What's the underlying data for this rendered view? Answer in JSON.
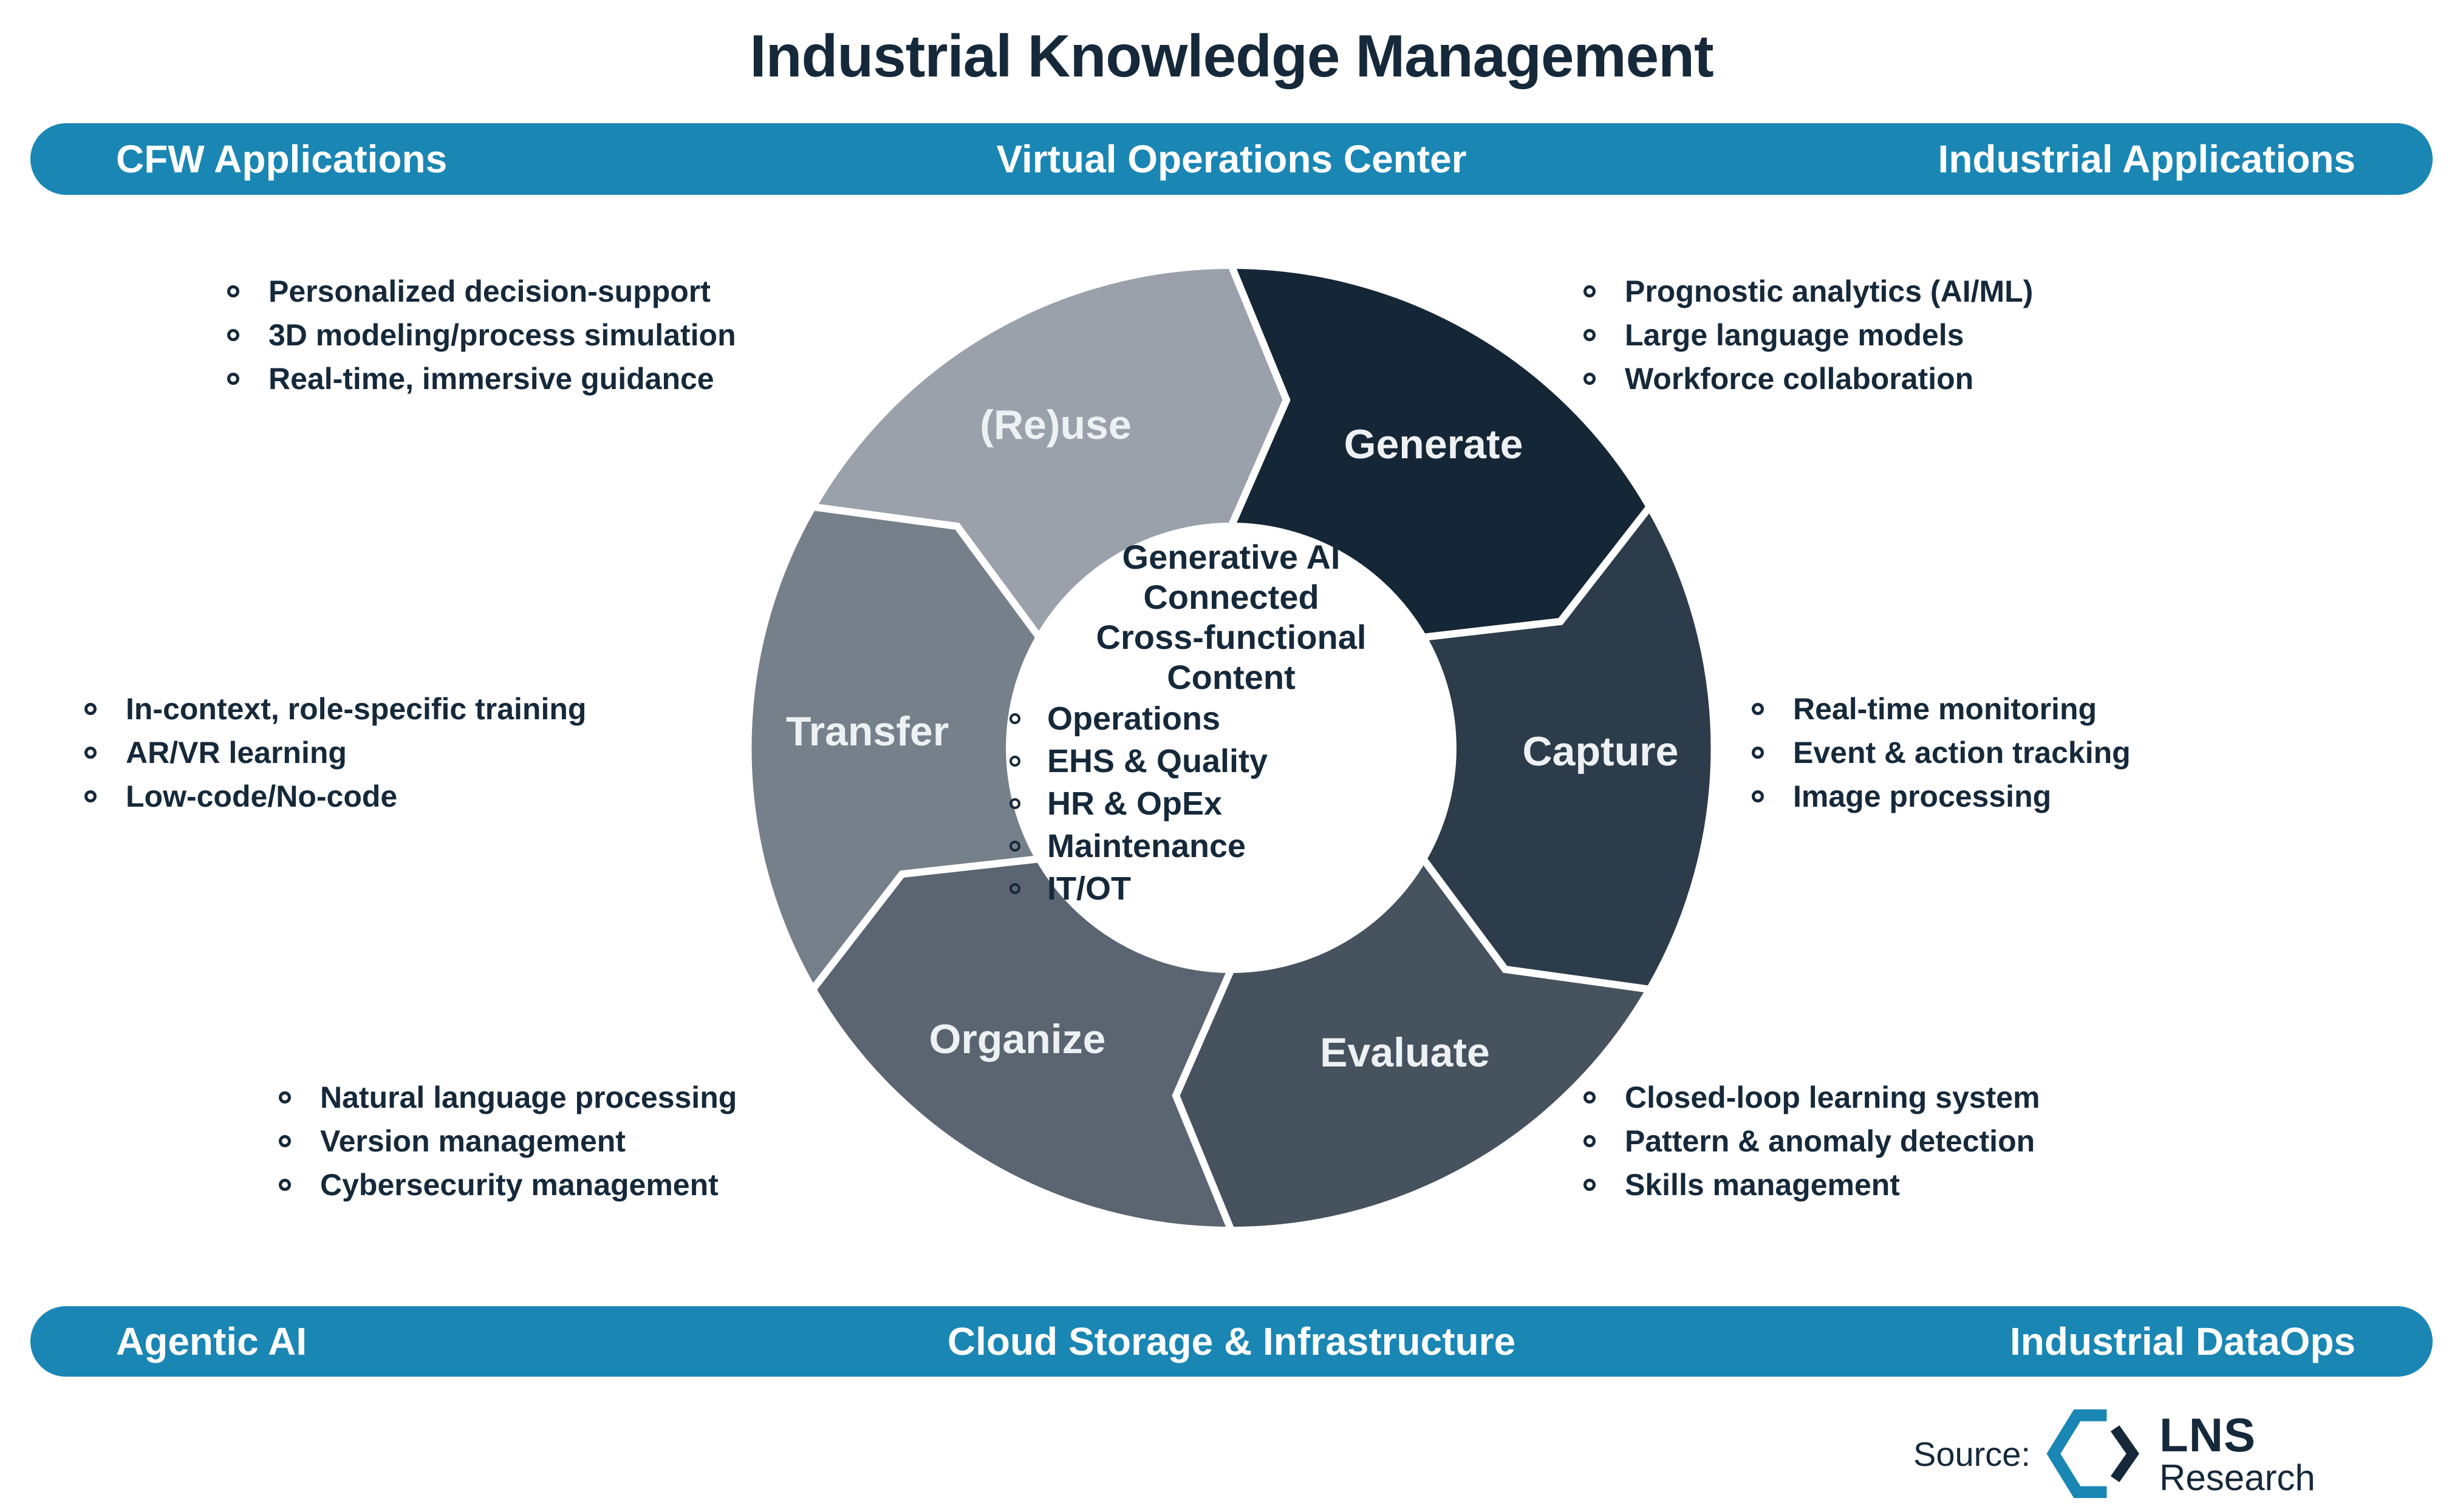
{
  "title": "Industrial Knowledge Management",
  "colors": {
    "banner_blue": "#1a86b4",
    "text_navy": "#16293a",
    "segment_label_text": "#eef1f3",
    "background": "#ffffff"
  },
  "top_banner": {
    "left": "CFW Applications",
    "center": "Virtual Operations Center",
    "right": "Industrial Applications"
  },
  "bottom_banner": {
    "left": "Agentic AI",
    "center": "Cloud Storage & Infrastructure",
    "right": "Industrial DataOps"
  },
  "cycle": {
    "segments": [
      {
        "label": "Generate",
        "color": "#152636"
      },
      {
        "label": "Capture",
        "color": "#2c3c4b"
      },
      {
        "label": "Evaluate",
        "color": "#46525e"
      },
      {
        "label": "Organize",
        "color": "#5a6571"
      },
      {
        "label": "Transfer",
        "color": "#76808a"
      },
      {
        "label": "(Re)use",
        "color": "#9aa1aa"
      }
    ],
    "center": {
      "heading_lines": [
        "Generative AI",
        "Connected",
        "Cross-functional",
        "Content"
      ],
      "items": [
        "Operations",
        "EHS & Quality",
        "HR & OpEx",
        "Maintenance",
        "IT/OT"
      ]
    }
  },
  "side_lists": {
    "top_left": [
      "Personalized decision-support",
      "3D modeling/process simulation",
      "Real-time, immersive guidance"
    ],
    "top_right": [
      "Prognostic analytics (AI/ML)",
      "Large language models",
      "Workforce collaboration"
    ],
    "mid_left": [
      "In-context, role-specific training",
      "AR/VR learning",
      "Low-code/No-code"
    ],
    "mid_right": [
      "Real-time monitoring",
      "Event & action tracking",
      "Image processing"
    ],
    "bottom_left": [
      "Natural language processing",
      "Version management",
      "Cybersecurity management"
    ],
    "bottom_right": [
      "Closed-loop learning system",
      "Pattern & anomaly detection",
      "Skills management"
    ]
  },
  "source": {
    "label": "Source:",
    "logo_line1": "LNS",
    "logo_line2": "Research"
  }
}
